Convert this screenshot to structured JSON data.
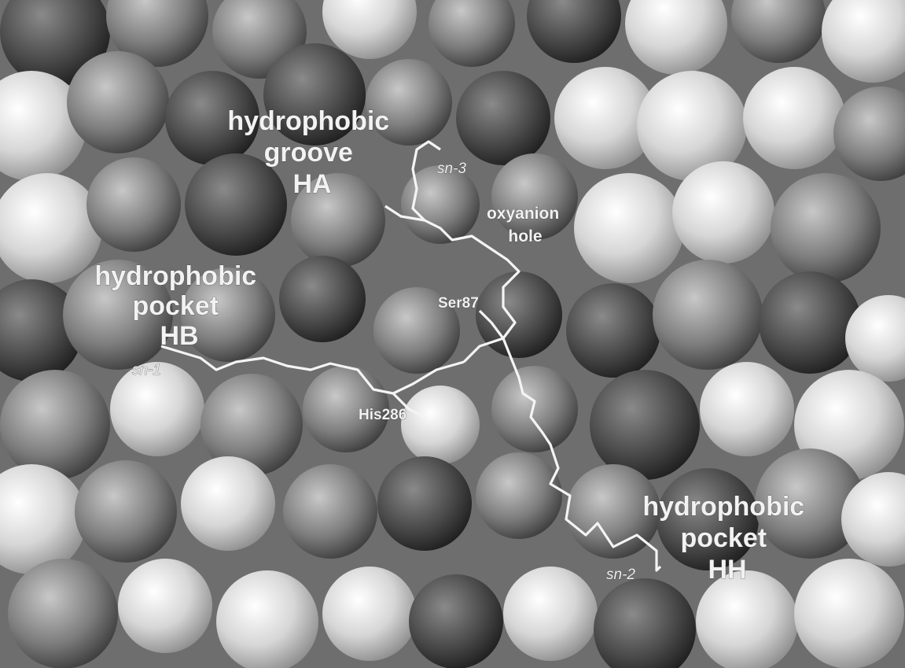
{
  "labels": {
    "groove": [
      "hydrophobic",
      "groove",
      "HA"
    ],
    "pocket_hb": [
      "hydrophobic",
      "pocket",
      "HB"
    ],
    "pocket_hh": [
      "hydrophobic",
      "pocket",
      "HH"
    ],
    "oxyanion": [
      "oxyanion",
      "hole"
    ],
    "sn1": "sn-1",
    "sn2": "sn-2",
    "sn3": "sn-3",
    "ser": "Ser87",
    "his": "His286"
  },
  "colors": {
    "background": "#ffffff",
    "atom_dark": "#3c3c3c",
    "atom_mid": "#7a7a7a",
    "atom_light": "#d8d8d8",
    "ligand": "#f4f4f4"
  }
}
